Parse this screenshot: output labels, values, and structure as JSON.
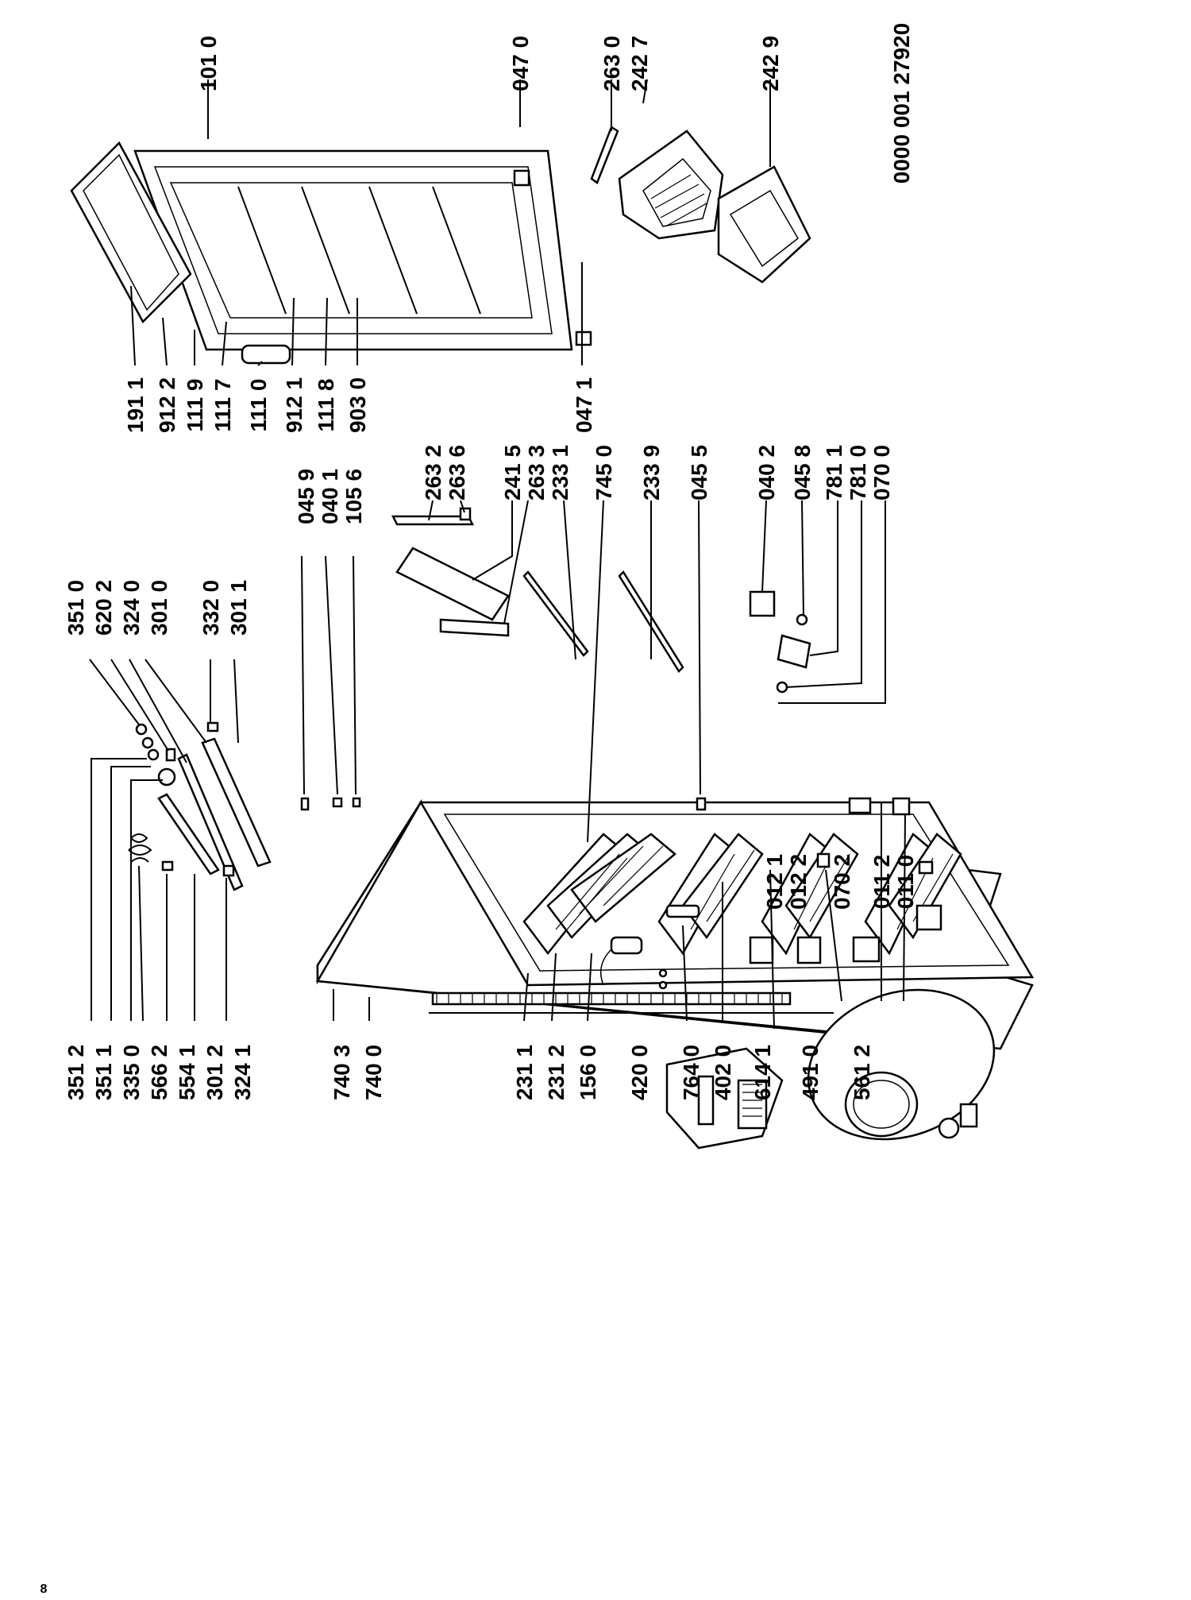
{
  "document_code": "0000 001 27920",
  "page_mark": "8",
  "labels": {
    "p3512": "351 2",
    "p3511": "351 1",
    "p3350": "335 0",
    "p5662": "566 2",
    "p5541": "554 1",
    "p3012": "301 2",
    "p3241": "324 1",
    "p3510": "351 0",
    "p6202": "620 2",
    "p3240": "324 0",
    "p3010": "301 0",
    "p3320": "332 0",
    "p3011": "301 1",
    "p7403": "740 3",
    "p7400": "740 0",
    "p2311": "231 1",
    "p2312": "231 2",
    "p1560": "156 0",
    "p4200": "420 0",
    "p7640": "764 0",
    "p4020": "402 0",
    "p6141": "614 1",
    "p4910": "491 0",
    "p5612": "561 2",
    "p0121": "012 1",
    "p0122": "012 2",
    "p0702": "070 2",
    "p0112": "011 2",
    "p0110": "011 0",
    "p0459": "045 9",
    "p0401": "040 1",
    "p1056": "105 6",
    "p2632": "263 2",
    "p2636": "263 6",
    "p2415": "241 5",
    "p2633": "263 3",
    "p2331": "233 1",
    "p7450": "745 0",
    "p2339": "233 9",
    "p0455": "045 5",
    "p0402": "040 2",
    "p0458": "045 8",
    "p7811": "781 1",
    "p7810": "781 0",
    "p0700": "070 0",
    "p1911": "191 1",
    "p9122": "912 2",
    "p1119": "111 9",
    "p1117": "111 7",
    "p1110": "111 0",
    "p9121": "912 1",
    "p1118": "111 8",
    "p9030": "903 0",
    "p1010": "101 0",
    "p0470": "047 0",
    "p0471": "047 1",
    "p2630": "263 0",
    "p2427": "242 7",
    "p2429": "242 9"
  }
}
